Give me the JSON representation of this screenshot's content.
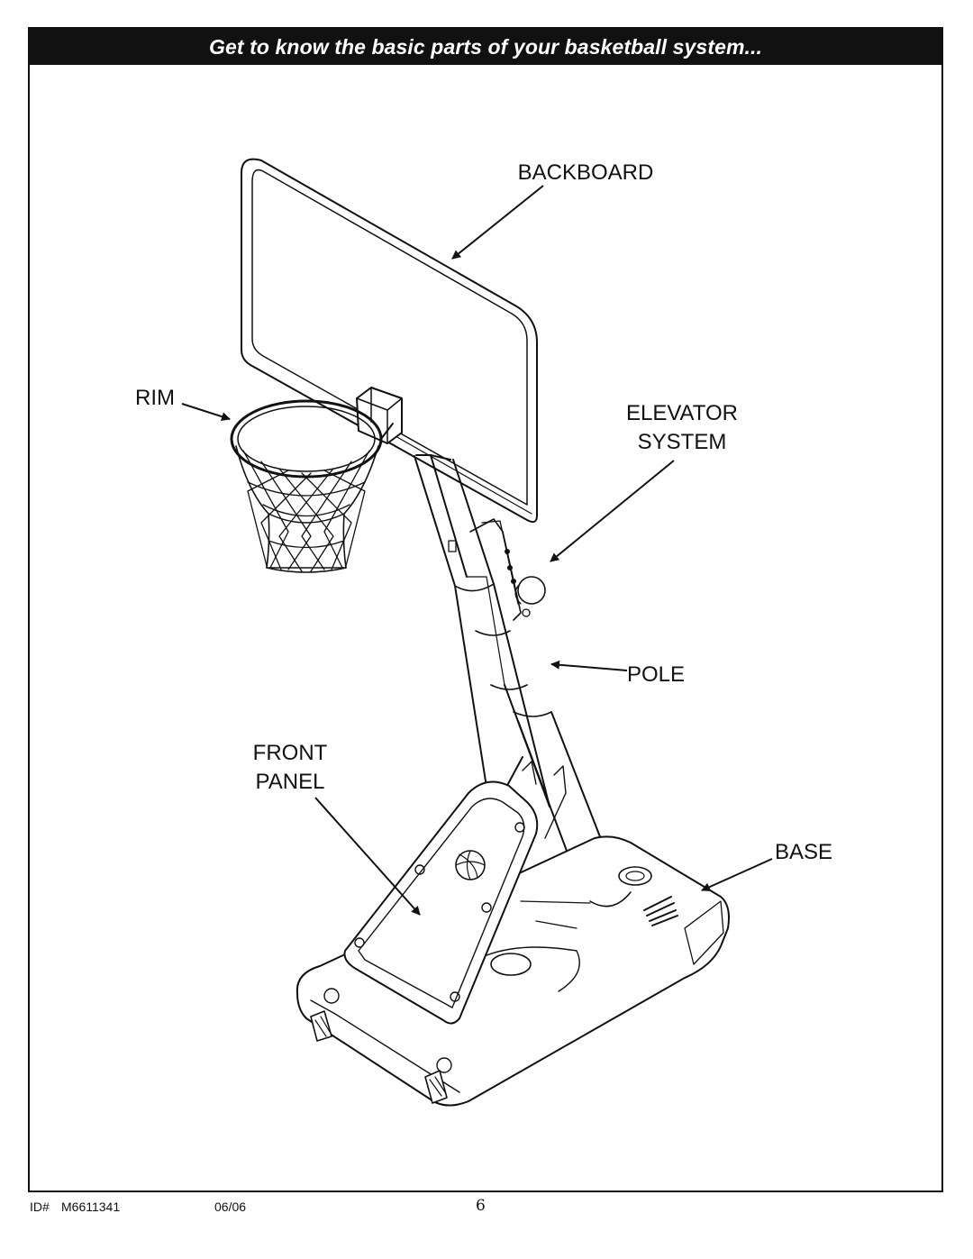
{
  "header": {
    "title": "Get to know the basic parts of your basketball system..."
  },
  "labels": {
    "backboard": "BACKBOARD",
    "rim": "RIM",
    "elevator_line1": "ELEVATOR",
    "elevator_line2": "SYSTEM",
    "pole": "POLE",
    "front_line1": "FRONT",
    "front_line2": "PANEL",
    "base": "BASE"
  },
  "footer": {
    "id_label": "ID#",
    "id_value": "M6611341",
    "date": "06/06",
    "page_number": "6"
  }
}
